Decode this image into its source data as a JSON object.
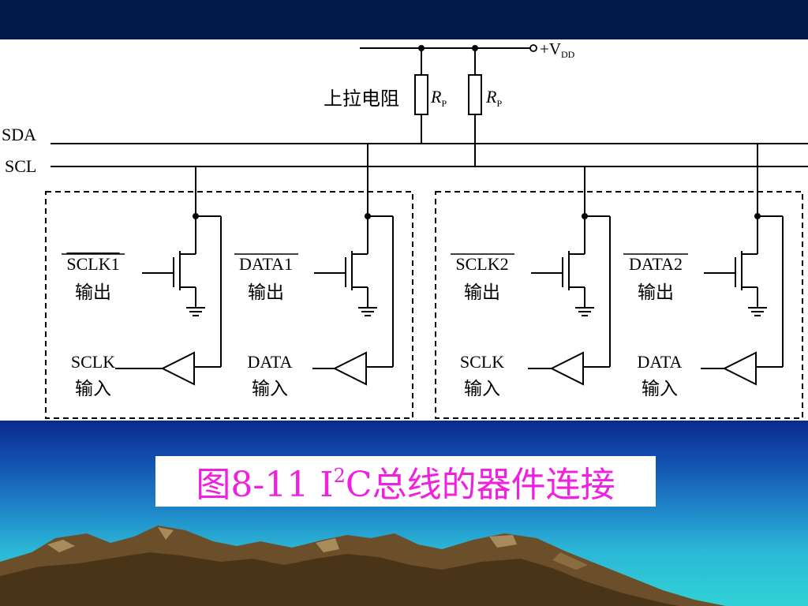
{
  "labels": {
    "vdd_prefix": "+V",
    "vdd_sub": "DD",
    "pullup": "上拉电阻",
    "rp_main": "R",
    "rp_sub": "P",
    "sda": "SDA",
    "scl": "SCL"
  },
  "devices": [
    {
      "out1_name": "SCLK1",
      "out1_kind": "输出",
      "in1_name": "SCLK",
      "in1_kind": "输入",
      "out2_name": "DATA1",
      "out2_kind": "输出",
      "in2_name": "DATA",
      "in2_kind": "输入"
    },
    {
      "out1_name": "SCLK2",
      "out1_kind": "输出",
      "in1_name": "SCLK",
      "in1_kind": "输入",
      "out2_name": "DATA2",
      "out2_kind": "输出",
      "in2_name": "DATA",
      "in2_kind": "输入"
    }
  ],
  "caption": {
    "prefix": "图8-11  I",
    "sup": "2",
    "suffix": "C总线的器件连接"
  },
  "colors": {
    "caption": "#f020e0",
    "top_band": "#021a4a"
  }
}
